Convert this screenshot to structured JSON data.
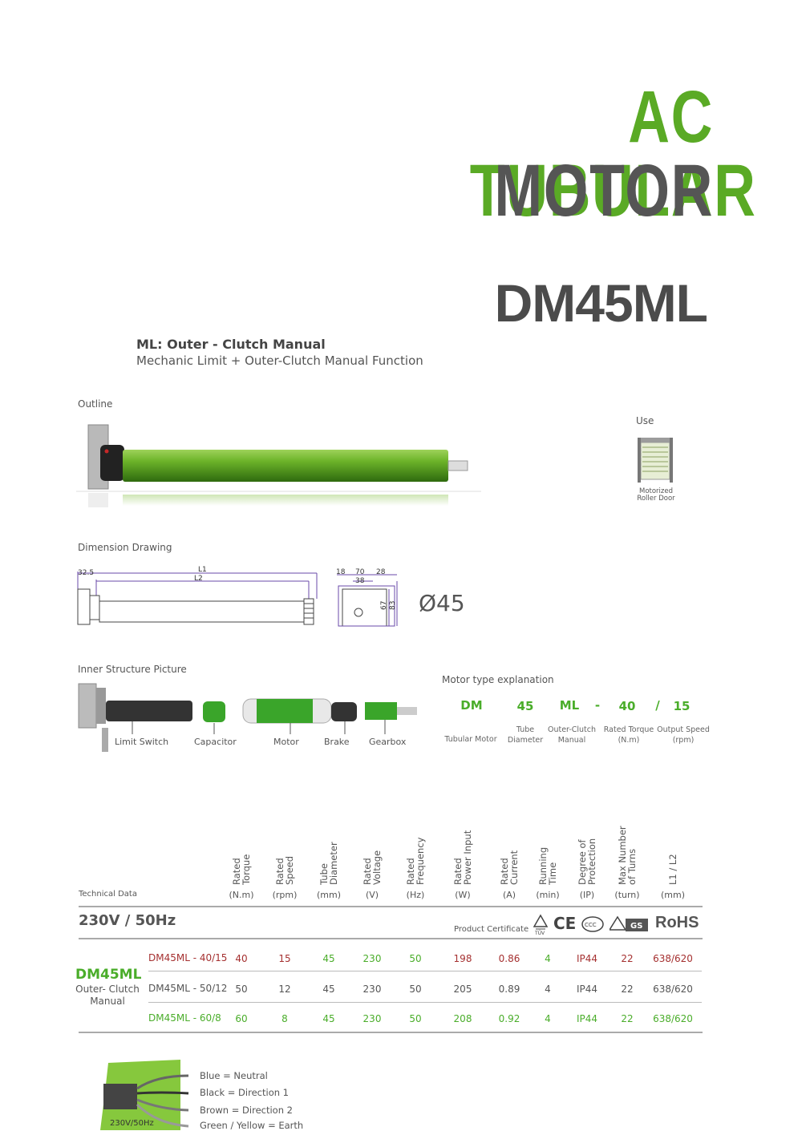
{
  "header": {
    "title_line1": "AC TUBULAR",
    "title_line2": "MOTOR",
    "model": "DM45ML"
  },
  "intro": {
    "subtitle": "ML: Outer - Clutch Manual",
    "description": "Mechanic Limit + Outer-Clutch Manual Function"
  },
  "outline": {
    "label": "Outline"
  },
  "use": {
    "label": "Use",
    "caption_line1": "Motorized",
    "caption_line2": "Roller Door"
  },
  "dimension": {
    "label": "Dimension Drawing",
    "l1": "L1",
    "l2": "L2",
    "offset": "32.5",
    "d18": "18",
    "d70": "70",
    "d28": "28",
    "d38": "38",
    "d67": "67",
    "d83": "83",
    "diameter": "Ø45"
  },
  "inner_structure": {
    "label": "Inner Structure Picture",
    "parts": [
      "Limit Switch",
      "Capacitor",
      "Motor",
      "Brake",
      "Gearbox"
    ]
  },
  "motor_type": {
    "label": "Motor type explanation",
    "codes": [
      "DM",
      "45",
      "ML",
      "-",
      "40",
      "/",
      "15"
    ],
    "descriptions": [
      {
        "line1": "Tubular Motor",
        "line2": ""
      },
      {
        "line1": "Tube",
        "line2": "Diameter"
      },
      {
        "line1": "Outer-Clutch",
        "line2": "Manual"
      },
      {
        "line1": "Rated Torque",
        "line2": "(N.m)"
      },
      {
        "line1": "Output Speed",
        "line2": "(rpm)"
      }
    ]
  },
  "technical": {
    "label": "Technical Data",
    "columns": [
      {
        "name": "Rated\nTorque",
        "unit": "(N.m)"
      },
      {
        "name": "Rated\nSpeed",
        "unit": "(rpm)"
      },
      {
        "name": "Tube\nDiameter",
        "unit": "(mm)"
      },
      {
        "name": "Rated\nVoltage",
        "unit": "(V)"
      },
      {
        "name": "Rated\nFrequency",
        "unit": "(Hz)"
      },
      {
        "name": "Rated\nPower Input",
        "unit": "(W)"
      },
      {
        "name": "Rated\nCurrent",
        "unit": "(A)"
      },
      {
        "name": "Running\nTime",
        "unit": "(min)"
      },
      {
        "name": "Degree of\nProtection",
        "unit": "(IP)"
      },
      {
        "name": "Max Number\nof Turns",
        "unit": "(turn)"
      },
      {
        "name": "L1 / L2",
        "unit": "(mm)"
      }
    ],
    "voltage_title": "230V / 50Hz",
    "certificate_label": "Product Certificate",
    "certificates": [
      "TÜV",
      "CE",
      "CCC",
      "GS",
      "RoHS"
    ],
    "group_model": "DM45ML",
    "group_desc_line1": "Outer- Clutch",
    "group_desc_line2": "Manual",
    "rows": [
      {
        "model": "DM45ML - 40/15",
        "values": [
          "40",
          "15",
          "45",
          "230",
          "50",
          "198",
          "0.86",
          "4",
          "IP44",
          "22",
          "638/620"
        ]
      },
      {
        "model": "DM45ML - 50/12",
        "values": [
          "50",
          "12",
          "45",
          "230",
          "50",
          "205",
          "0.89",
          "4",
          "IP44",
          "22",
          "638/620"
        ]
      },
      {
        "model": "DM45ML - 60/8",
        "values": [
          "60",
          "8",
          "45",
          "230",
          "50",
          "208",
          "0.92",
          "4",
          "IP44",
          "22",
          "638/620"
        ]
      }
    ]
  },
  "wiring": {
    "voltage": "230V/50Hz",
    "wires": [
      "Blue = Neutral",
      "Black = Direction 1",
      "Brown = Direction 2",
      "Green / Yellow = Earth"
    ]
  },
  "colors": {
    "accent_green": "#5aaa25",
    "dark_gray": "#555555",
    "row_red": "#a53030"
  }
}
